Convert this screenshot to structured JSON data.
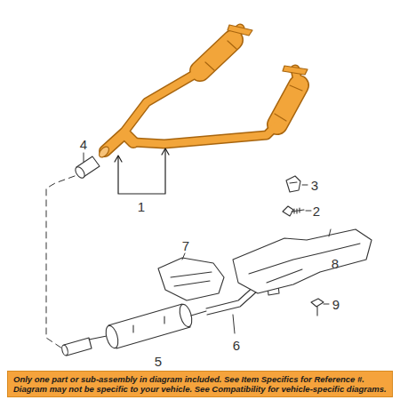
{
  "diagram": {
    "nodes": [
      {
        "text": [
          "Only one part or sub-assembly in diagram included. See Item Specifics for Reference #. Diagram may not be specific to your vehicle. See Compatibility for vehicle-specific diagrams."
        ]
      }
    ],
    "labels": [
      "3",
      "2",
      "4",
      "8",
      "1",
      "9",
      "7",
      "6",
      "5"
    ]
  }
}
